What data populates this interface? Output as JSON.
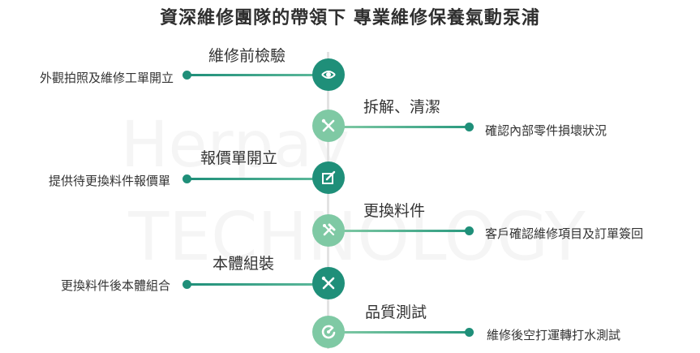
{
  "header": {
    "title": "資深維修團隊的帶領下 專業維修保養氣動泵浦"
  },
  "watermark": {
    "line1": "Herpay",
    "line2": "TECHNOLOGY"
  },
  "colors": {
    "dark": "#1f8f79",
    "light": "#7fc9a4",
    "axis": "#e3e3e3"
  },
  "steps": [
    {
      "title": "維修前檢驗",
      "desc": "外觀拍照及維修工單開立",
      "icon": "eye-icon"
    },
    {
      "title": "拆解、清潔",
      "desc": "確認內部零件損壞狀況",
      "icon": "tools-icon"
    },
    {
      "title": "報價單開立",
      "desc": "提供待更換料件報價單",
      "icon": "edit-icon"
    },
    {
      "title": "更換料件",
      "desc": "客戶確認維修項目及訂單簽回",
      "icon": "hammer-wrench-icon"
    },
    {
      "title": "本體組裝",
      "desc": "更換料件後本體組合",
      "icon": "tools-icon"
    },
    {
      "title": "品質測試",
      "desc": "維修後空打運轉打水測試",
      "icon": "gauge-icon"
    }
  ]
}
